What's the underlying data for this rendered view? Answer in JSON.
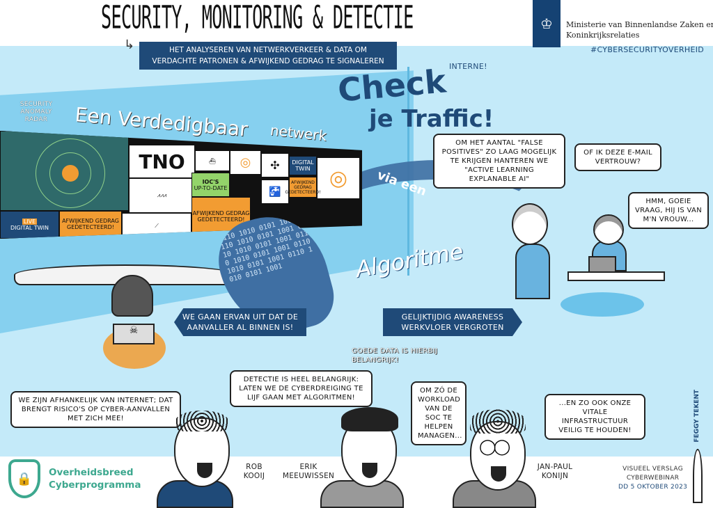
{
  "header": {
    "title": "SECURITY, MONITORING & DETECTIE",
    "subtitle_line1": "HET ANALYSEREN VAN NETWERKVERKEER & DATA OM",
    "subtitle_line2": "VERDACHTE PATRONEN & AFWIJKEND GEDRAG TE SIGNALEREN",
    "ministry_line1": "Ministerie van Binnenlandse Zaken en",
    "ministry_line2": "Koninkrijksrelaties",
    "hashtag": "#CYBERSECURITYOVERHEID"
  },
  "headlines": {
    "check": "Check",
    "je_traffic": "je Traffic!",
    "interne": "INTERNE!",
    "verdedigbaar": "Een Verdedigbaar",
    "netwerk": "netwerk",
    "via_een": "via een",
    "algoritme": "Algoritme"
  },
  "screens": {
    "radar_label": "SECURITY ANOMALY RADAR",
    "tno": "TNO",
    "iocs": "IOC'S",
    "iocs_sub": "UP-TO-DATE",
    "digital_twin": "DIGITAL TWIN",
    "live": "LIVE",
    "alert": "AFWIJKEND GEDRAG GEDETECTEERD!"
  },
  "banners": {
    "left": "WE GAAN ERVAN UIT DAT DE AANVALLER AL BINNEN IS!",
    "right": "GELIJKTIJDIG AWARENESS WERKVLOER VERGROTEN"
  },
  "annotations": {
    "goede_data": "GOEDE DATA IS HIERBIJ BELANGRIJK!"
  },
  "bubbles": {
    "false_positives": "OM HET AANTAL \"FALSE POSITIVES\" ZO LAAG MOGELIJK TE KRIJGEN HANTEREN WE \"ACTIVE LEARNING EXPLANABLE AI\"",
    "email": "OF IK DEZE E-MAIL VERTROUW?",
    "hmm": "HMM, GOEIE VRAAG, HIJ IS VAN M'N VROUW...",
    "rob": "WE ZIJN AFHANKELIJK VAN INTERNET; DAT BRENGT RISICO'S OP CYBER-AANVALLEN MET ZICH MEE!",
    "erik": "DETECTIE IS HEEL BELANGRIJK: LATEN WE DE CYBERDREIGING TE LIJF GAAN MET ALGORITMEN!",
    "erik2": "OM ZÓ DE WORKLOAD VAN DE SOC TE HELPEN MANAGEN...",
    "jan_paul": "...EN ZO OOK ONZE VITALE INFRASTRUCTUUR VEILIG TE HOUDEN!"
  },
  "speakers": [
    {
      "name_line1": "ROB",
      "name_line2": "KOOIJ"
    },
    {
      "name_line1": "ERIK",
      "name_line2": "MEEUWISSEN"
    },
    {
      "name_line1": "JAN-PAUL",
      "name_line2": "KONIJN"
    }
  ],
  "footer": {
    "logo_line1": "Overheidsbreed",
    "logo_line2": "Cyberprogramma",
    "credits_line1": "VISUEEL VERSLAG",
    "credits_line2": "CYBERWEBINAR",
    "credits_date": "DD 5 OKTOBER 2023",
    "artist": "FEGGY TEKENT"
  },
  "colors": {
    "navy": "#1f4a78",
    "sky": "#c4eaf9",
    "wall": "#86d0ef",
    "orange": "#f29c32",
    "green": "#3da88f"
  }
}
